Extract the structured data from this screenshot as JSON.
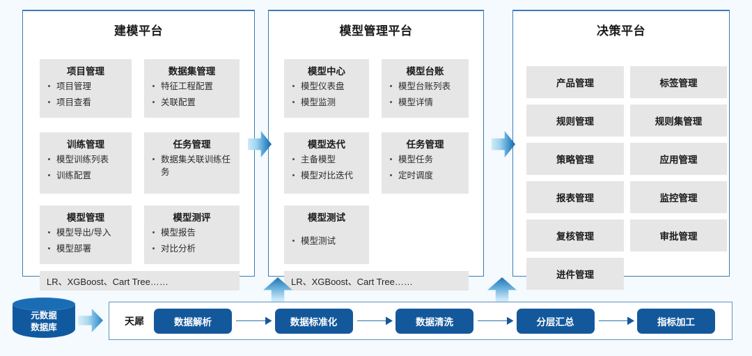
{
  "diagram": {
    "background_color": "#f4fafd",
    "accent_color": "#14589c",
    "panel_border_color": "#3d7cb5",
    "card_color": "#e6e6e6"
  },
  "panels": [
    {
      "id": "modeling",
      "title": "建模平台",
      "cards": [
        {
          "title": "项目管理",
          "items": [
            "项目管理",
            "项目查看"
          ]
        },
        {
          "title": "数据集管理",
          "items": [
            "特征工程配置",
            "关联配置"
          ]
        },
        {
          "title": "训练管理",
          "items": [
            "模型训练列表",
            "训练配置"
          ]
        },
        {
          "title": "任务管理",
          "items": [
            "数据集关联训练任务"
          ]
        },
        {
          "title": "模型管理",
          "items": [
            "模型导出/导入",
            "模型部署"
          ]
        },
        {
          "title": "模型测评",
          "items": [
            "模型报告",
            "对比分析"
          ]
        }
      ],
      "algorithms": "LR、XGBoost、Cart Tree……"
    },
    {
      "id": "manage",
      "title": "模型管理平台",
      "cards": [
        {
          "title": "模型中心",
          "items": [
            "模型仪表盘",
            "模型监测"
          ]
        },
        {
          "title": "模型台账",
          "items": [
            "模型台账列表",
            "模型详情"
          ]
        },
        {
          "title": "模型迭代",
          "items": [
            "主备模型",
            "模型对比迭代"
          ]
        },
        {
          "title": "任务管理",
          "items": [
            "模型任务",
            "定时调度"
          ]
        },
        {
          "title": "模型测试",
          "items": [
            "模型测试"
          ]
        }
      ],
      "algorithms": "LR、XGBoost、Cart Tree……"
    },
    {
      "id": "decision",
      "title": "决策平台",
      "tiles": [
        "产品管理",
        "标签管理",
        "规则管理",
        "规则集管理",
        "策略管理",
        "应用管理",
        "报表管理",
        "监控管理",
        "复核管理",
        "审批管理",
        "进件管理"
      ]
    }
  ],
  "datasource": {
    "label_line1": "元数据",
    "label_line2": "数据库"
  },
  "pipeline": {
    "label": "天犀",
    "steps": [
      "数据解析",
      "数据标准化",
      "数据清洗",
      "分层汇总",
      "指标加工"
    ]
  }
}
